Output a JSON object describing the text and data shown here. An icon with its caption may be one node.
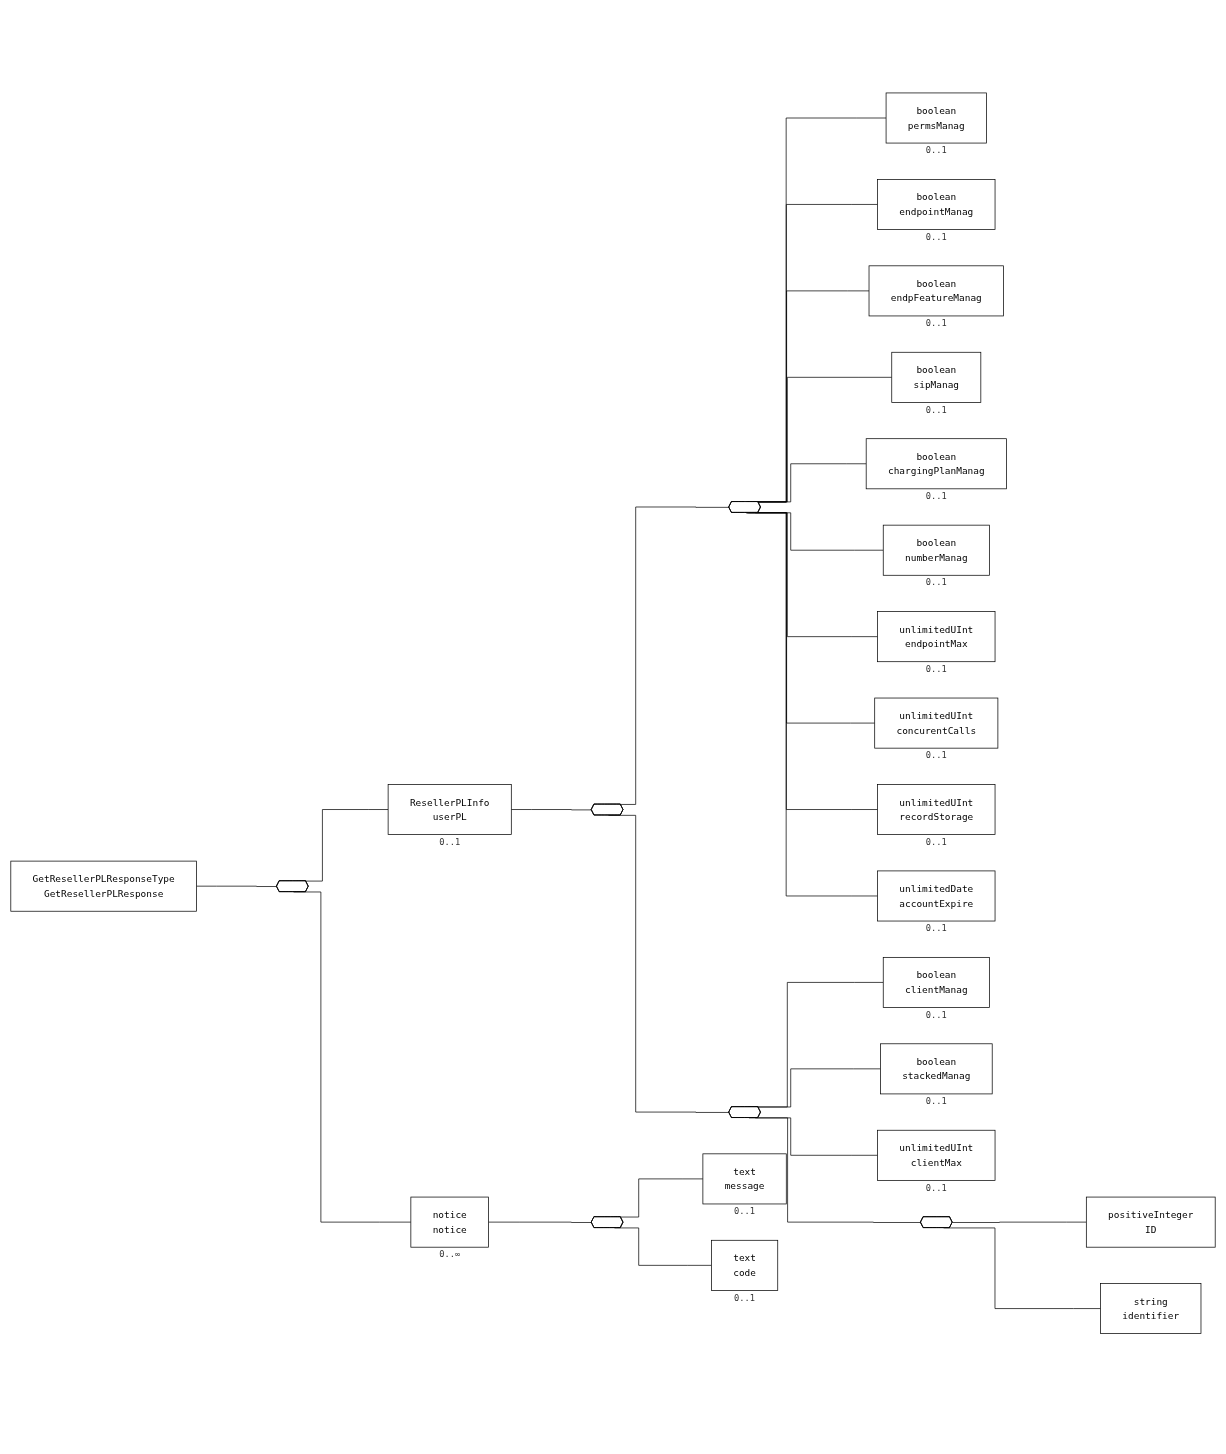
{
  "diagram": {
    "nodes": [
      {
        "text": [
          "GetResellerPLResponseType",
          "GetResellerPLResponse"
        ]
      },
      {
        "text": [],
        "shape": "octagon"
      },
      {
        "text": [
          "ResellerPLInfo",
          "userPL"
        ],
        "beside": [
          "0..1"
        ]
      },
      {
        "text": [],
        "shape": "octagon"
      },
      {
        "text": [],
        "shape": "octagon"
      },
      {
        "text": [
          "boolean",
          "permsManag"
        ],
        "beside": [
          "0..1"
        ]
      },
      {
        "text": [
          "boolean",
          "endpointManag"
        ],
        "beside": [
          "0..1"
        ]
      },
      {
        "text": [
          "boolean",
          "endpFeatureManag"
        ],
        "beside": [
          "0..1"
        ]
      },
      {
        "text": [
          "boolean",
          "sipManag"
        ],
        "beside": [
          "0..1"
        ]
      },
      {
        "text": [
          "boolean",
          "chargingPlanManag"
        ],
        "beside": [
          "0..1"
        ]
      },
      {
        "text": [
          "boolean",
          "numberManag"
        ],
        "beside": [
          "0..1"
        ]
      },
      {
        "text": [
          "unlimitedUInt",
          "endpointMax"
        ],
        "beside": [
          "0..1"
        ]
      },
      {
        "text": [
          "unlimitedUInt",
          "concurentCalls"
        ],
        "beside": [
          "0..1"
        ]
      },
      {
        "text": [
          "unlimitedUInt",
          "recordStorage"
        ],
        "beside": [
          "0..1"
        ]
      },
      {
        "text": [
          "unlimitedDate",
          "accountExpire"
        ],
        "beside": [
          "0..1"
        ]
      },
      {
        "text": [],
        "shape": "octagon"
      },
      {
        "text": [
          "boolean",
          "clientManag"
        ],
        "beside": [
          "0..1"
        ]
      },
      {
        "text": [
          "boolean",
          "stackedManag"
        ],
        "beside": [
          "0..1"
        ]
      },
      {
        "text": [
          "unlimitedUInt",
          "clientMax"
        ],
        "beside": [
          "0..1"
        ]
      },
      {
        "text": [],
        "shape": "octagon"
      },
      {
        "text": [
          "positiveInteger",
          "ID"
        ]
      },
      {
        "text": [
          "string",
          "identifier"
        ]
      },
      {
        "text": [
          "notice",
          "notice"
        ],
        "beside": [
          "0..∞"
        ]
      },
      {
        "text": [],
        "shape": "octagon"
      },
      {
        "text": [
          "text",
          "message"
        ],
        "beside": [
          "0..1"
        ]
      },
      {
        "text": [
          "text",
          "code"
        ],
        "beside": [
          "0..1"
        ]
      }
    ],
    "edges": [
      {
        "from": 0,
        "to": 1,
        "arrow": "none"
      },
      {
        "from": 1,
        "to": 2,
        "arrow": "none"
      },
      {
        "from": 1,
        "to": 22,
        "arrow": "none"
      },
      {
        "from": 2,
        "to": 3,
        "arrow": "none"
      },
      {
        "from": 3,
        "to": 4,
        "arrow": "none"
      },
      {
        "from": 3,
        "to": 15,
        "arrow": "none"
      },
      {
        "from": 4,
        "to": 5,
        "arrow": "none"
      },
      {
        "from": 4,
        "to": 6,
        "arrow": "none"
      },
      {
        "from": 4,
        "to": 7,
        "arrow": "none"
      },
      {
        "from": 4,
        "to": 8,
        "arrow": "none"
      },
      {
        "from": 4,
        "to": 9,
        "arrow": "none"
      },
      {
        "from": 4,
        "to": 10,
        "arrow": "none"
      },
      {
        "from": 4,
        "to": 11,
        "arrow": "none"
      },
      {
        "from": 4,
        "to": 12,
        "arrow": "none"
      },
      {
        "from": 4,
        "to": 13,
        "arrow": "none"
      },
      {
        "from": 4,
        "to": 14,
        "arrow": "none"
      },
      {
        "from": 15,
        "to": 16,
        "arrow": "none"
      },
      {
        "from": 15,
        "to": 17,
        "arrow": "none"
      },
      {
        "from": 15,
        "to": 18,
        "arrow": "none"
      },
      {
        "from": 15,
        "to": 19,
        "arrow": "none"
      },
      {
        "from": 19,
        "to": 20,
        "arrow": "none"
      },
      {
        "from": 19,
        "to": 21,
        "arrow": "none"
      },
      {
        "from": 22,
        "to": 23,
        "arrow": "none"
      },
      {
        "from": 23,
        "to": 24,
        "arrow": "none"
      },
      {
        "from": 23,
        "to": 25,
        "arrow": "none"
      }
    ]
  }
}
